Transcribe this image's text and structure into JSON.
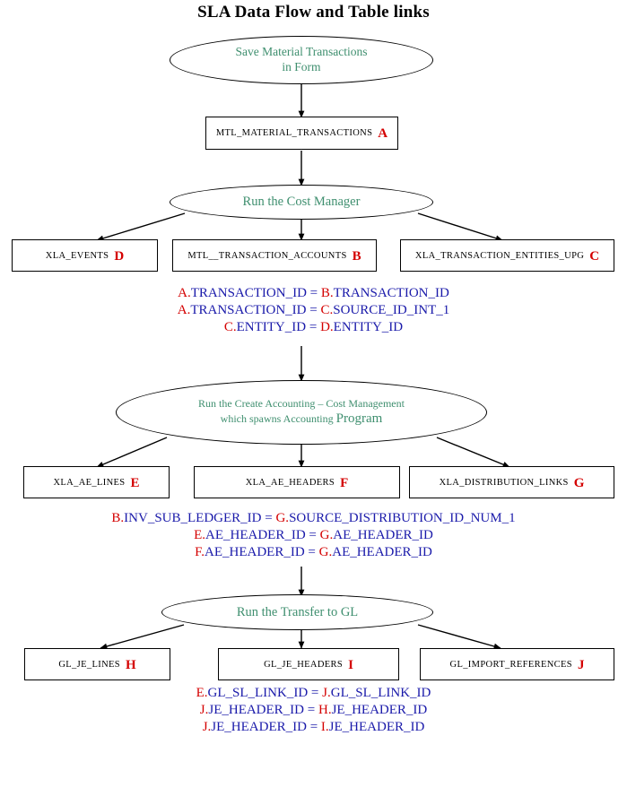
{
  "title": "SLA Data Flow and Table links",
  "colors": {
    "process_green": "#3f8f6f",
    "letter_red": "#d40000",
    "join_blue": "#1a1aaa",
    "line_black": "#000000"
  },
  "processes": [
    {
      "id": "save-material-transactions",
      "line1": "Save Material Transactions",
      "line2": "in Form",
      "line3": ""
    },
    {
      "id": "run-cost-manager",
      "line1": "Run the Cost Manager",
      "line2": "",
      "line3": ""
    },
    {
      "id": "run-create-accounting",
      "line1": "Run the Create Accounting – Cost Management",
      "line2": "which spawns Accounting ",
      "line3": "Program"
    },
    {
      "id": "run-transfer-to-gl",
      "line1": "Run the Transfer to GL",
      "line2": "",
      "line3": ""
    }
  ],
  "tables": [
    {
      "id": "mtl-material-transactions",
      "name": "MTL_MATERIAL_TRANSACTIONS",
      "letter": "A"
    },
    {
      "id": "xla-events",
      "name": "XLA_EVENTS",
      "letter": "D"
    },
    {
      "id": "mtl-transaction-accounts",
      "name": "MTL__TRANSACTION_ACCOUNTS",
      "letter": "B"
    },
    {
      "id": "xla-transaction-entities-upg",
      "name": "XLA_TRANSACTION_ENTITIES_UPG",
      "letter": "C"
    },
    {
      "id": "xla-ae-lines",
      "name": "XLA_AE_LINES",
      "letter": "E"
    },
    {
      "id": "xla-ae-headers",
      "name": "XLA_AE_HEADERS",
      "letter": "F"
    },
    {
      "id": "xla-distribution-links",
      "name": "XLA_DISTRIBUTION_LINKS",
      "letter": "G"
    },
    {
      "id": "gl-je-lines",
      "name": "GL_JE_LINES",
      "letter": "H"
    },
    {
      "id": "gl-je-headers",
      "name": "GL_JE_HEADERS",
      "letter": "I"
    },
    {
      "id": "gl-import-references",
      "name": "GL_IMPORT_REFERENCES",
      "letter": "J"
    }
  ],
  "join_groups": [
    {
      "id": "joins-cost-manager",
      "rows": [
        {
          "left_letter": "A.",
          "left_col": "TRANSACTION_ID",
          "eq": " = ",
          "right_letter": "B.",
          "right_col": "TRANSACTION_ID"
        },
        {
          "left_letter": "A.",
          "left_col": "TRANSACTION_ID",
          "eq": " = ",
          "right_letter": "C.",
          "right_col": "SOURCE_ID_INT_1"
        },
        {
          "left_letter": "C.",
          "left_col": "ENTITY_ID",
          "eq": " = ",
          "right_letter": "D.",
          "right_col": "ENTITY_ID"
        }
      ]
    },
    {
      "id": "joins-create-accounting",
      "rows": [
        {
          "left_letter": "B.",
          "left_col": "INV_SUB_LEDGER_ID",
          "eq": " = ",
          "right_letter": "G.",
          "right_col": "SOURCE_DISTRIBUTION_ID_NUM_1"
        },
        {
          "left_letter": "E.",
          "left_col": "AE_HEADER_ID",
          "eq": " = ",
          "right_letter": "G.",
          "right_col": "AE_HEADER_ID"
        },
        {
          "left_letter": "F.",
          "left_col": "AE_HEADER_ID",
          "eq": " = ",
          "right_letter": "G.",
          "right_col": "AE_HEADER_ID"
        }
      ]
    },
    {
      "id": "joins-transfer-gl",
      "rows": [
        {
          "left_letter": "E.",
          "left_col": "GL_SL_LINK_ID",
          "eq": " = ",
          "right_letter": "J.",
          "right_col": "GL_SL_LINK_ID"
        },
        {
          "left_letter": "J.",
          "left_col": "JE_HEADER_ID",
          "eq": " = ",
          "right_letter": "H.",
          "right_col": "JE_HEADER_ID"
        },
        {
          "left_letter": "J.",
          "left_col": "JE_HEADER_ID",
          "eq": " = ",
          "right_letter": "I.",
          "right_col": "JE_HEADER_ID"
        }
      ]
    }
  ]
}
